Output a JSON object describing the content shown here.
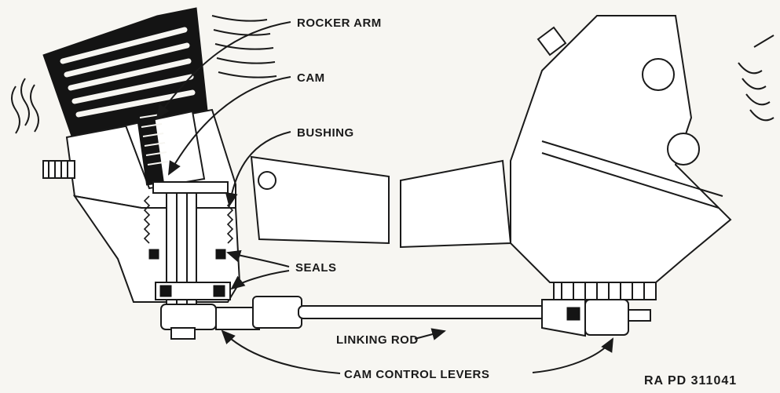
{
  "labels": {
    "rocker_arm": "ROCKER ARM",
    "cam": "CAM",
    "bushing": "BUSHING",
    "seals": "SEALS",
    "linking_rod": "LINKING ROD",
    "cam_control_levers": "CAM CONTROL LEVERS",
    "figure_id": "RA PD 311041"
  }
}
